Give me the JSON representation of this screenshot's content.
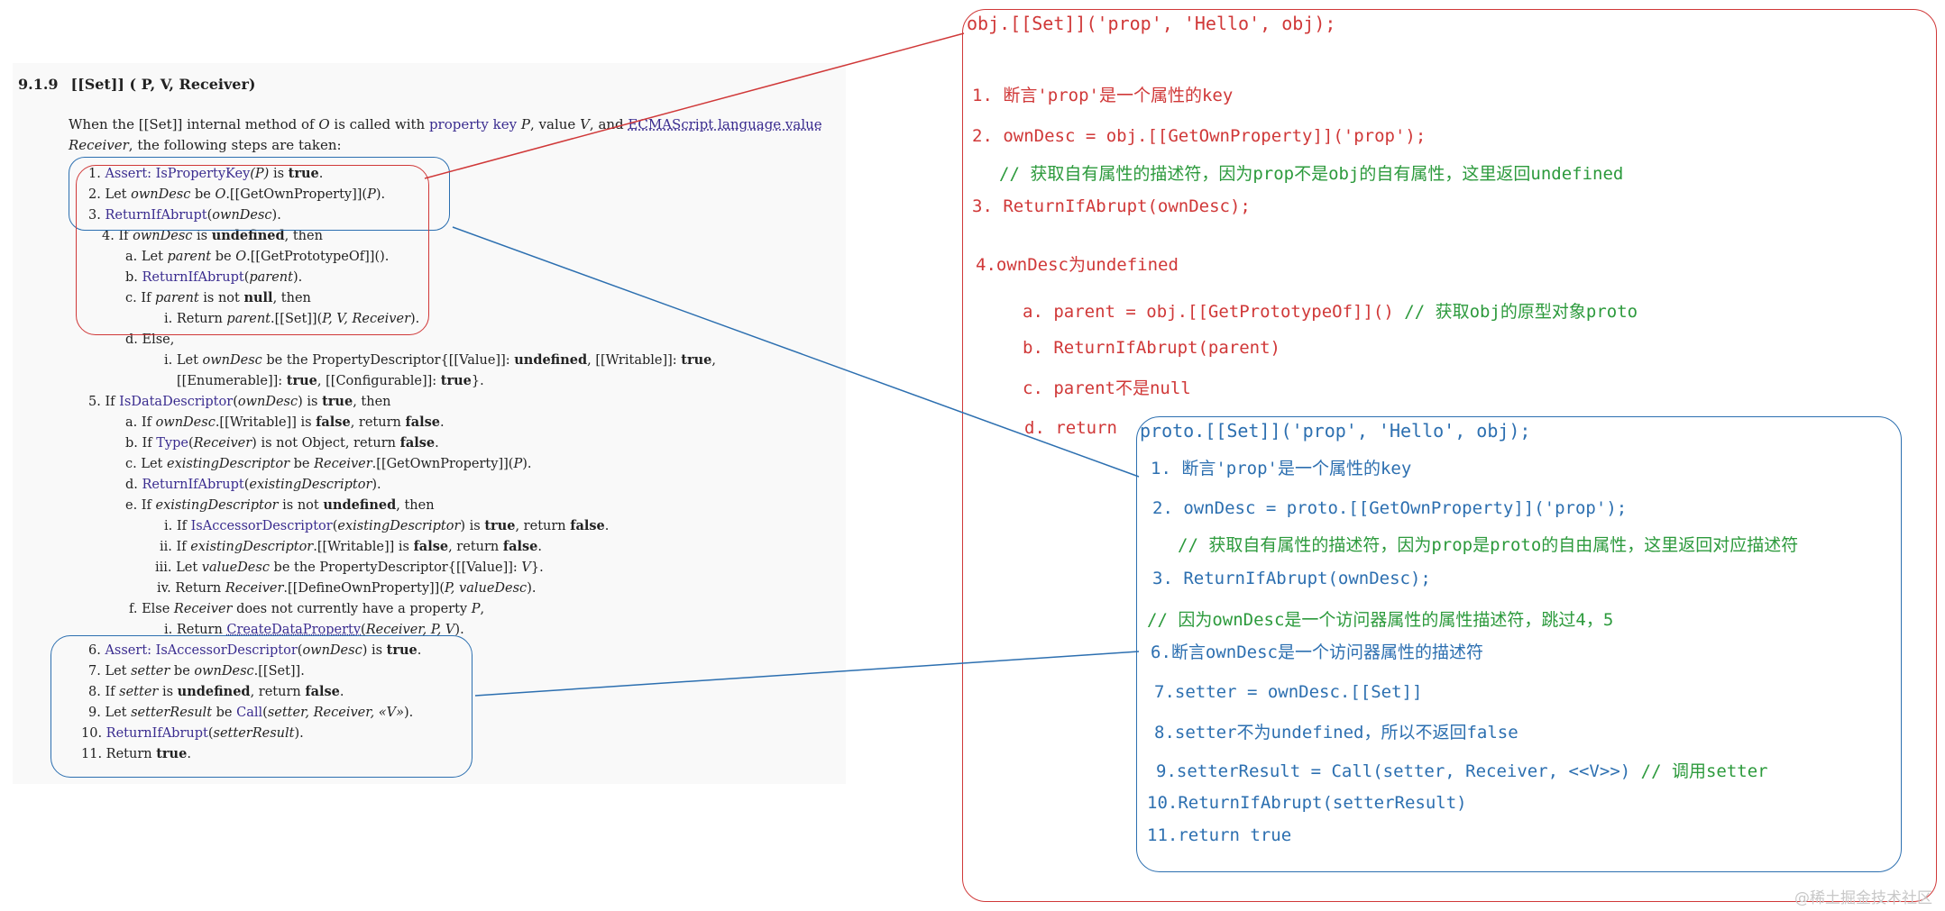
{
  "spec": {
    "section_number": "9.1.9",
    "section_title": "[[Set]] ( P, V, Receiver)",
    "intro": {
      "p1": "When the [[Set]] internal method of ",
      "O": "O",
      "p2": " is called with ",
      "property_key": "property key",
      "p3": " ",
      "P": "P",
      "p4": ", value ",
      "V": "V",
      "p5": ", and ",
      "ecma_value": "ECMAScript language value",
      "line2_receiver": "Receiver",
      "line2_rest": ", the following steps are taken:"
    },
    "steps": {
      "s1": {
        "pre": "1. ",
        "link": "Assert: IsPropertyKey",
        "args": "(P)",
        "post": " is ",
        "bold": "true",
        "end": "."
      },
      "s2": {
        "pre": "2. Let ",
        "it1": "ownDesc",
        "mid": " be ",
        "it2": "O",
        "post": ".[[GetOwnProperty]](",
        "it3": "P",
        "end": ")."
      },
      "s3": {
        "pre": "3. ",
        "link": "ReturnIfAbrupt",
        "open": "(",
        "it": "ownDesc",
        "end": ")."
      },
      "s4": {
        "pre": "4. If ",
        "it": "ownDesc",
        "mid": " is ",
        "bold": "undefined",
        "end": ", then"
      },
      "s4a": {
        "pre": "a. Let ",
        "it1": "parent",
        "mid": " be ",
        "it2": "O",
        "end": ".[[GetPrototypeOf]]()."
      },
      "s4b": {
        "pre": "b. ",
        "link": "ReturnIfAbrupt",
        "open": "(",
        "it": "parent",
        "end": ")."
      },
      "s4c": {
        "pre": "c. If ",
        "it": "parent",
        "mid": " is not ",
        "bold": "null",
        "end": ", then"
      },
      "s4ci": {
        "pre": "i. Return ",
        "it": "parent",
        "mid": ".[[Set]](",
        "args": "P, V, Receiver",
        "end": ")."
      },
      "s4d": "d. Else,",
      "s4di_1": {
        "pre": "i. Let ",
        "it": "ownDesc",
        "mid": " be the PropertyDescriptor{[[Value]]: ",
        "b1": "undefined",
        "mid2": ", [[Writable]]: ",
        "b2": "true",
        "end": ","
      },
      "s4di_2": {
        "pre": "[[Enumerable]]: ",
        "b1": "true",
        "mid": ", [[Configurable]]: ",
        "b2": "true",
        "end": "}."
      },
      "s5": {
        "pre": "5. If ",
        "link": "IsDataDescriptor",
        "open": "(",
        "it": "ownDesc",
        "mid": ") is ",
        "bold": "true",
        "end": ", then"
      },
      "s5a": {
        "pre": "a. If ",
        "it": "ownDesc",
        "mid": ".[[Writable]] is ",
        "b1": "false",
        "mid2": ", return ",
        "b2": "false",
        "end": "."
      },
      "s5b": {
        "pre": "b. If ",
        "link": "Type",
        "open": "(",
        "it": "Receiver",
        "mid": ") is not Object, return ",
        "bold": "false",
        "end": "."
      },
      "s5c": {
        "pre": "c. Let ",
        "it1": "existingDescriptor",
        "mid": " be ",
        "it2": "Receiver",
        "mid2": ".[[GetOwnProperty]](",
        "it3": "P",
        "end": ")."
      },
      "s5d": {
        "pre": "d. ",
        "link": "ReturnIfAbrupt",
        "open": "(",
        "it": "existingDescriptor",
        "end": ")."
      },
      "s5e": {
        "pre": "e. If ",
        "it": "existingDescriptor",
        "mid": " is not ",
        "bold": "undefined",
        "end": ", then"
      },
      "s5ei": {
        "pre": "i. If ",
        "link": "IsAccessorDescriptor",
        "open": "(",
        "it": "existingDescriptor",
        "mid": ") is ",
        "b1": "true",
        "mid2": ", return ",
        "b2": "false",
        "end": "."
      },
      "s5eii": {
        "pre": "ii. If ",
        "it": "existingDescriptor",
        "mid": ".[[Writable]] is ",
        "b1": "false",
        "mid2": ", return ",
        "b2": "false",
        "end": "."
      },
      "s5eiii": {
        "pre": "iii. Let ",
        "it1": "valueDesc",
        "mid": " be the PropertyDescriptor{[[Value]]: ",
        "it2": "V",
        "end": "}."
      },
      "s5eiv": {
        "pre": "iv. Return ",
        "it1": "Receiver",
        "mid": ".[[DefineOwnProperty]](",
        "it2": "P, valueDesc",
        "end": ")."
      },
      "s5f": {
        "pre": "f. Else ",
        "it1": "Receiver",
        "mid": " does not currently have a property ",
        "it2": "P",
        "end": ","
      },
      "s5fi": {
        "pre": "i. Return ",
        "link": "CreateDataProperty",
        "open": "(",
        "it": "Receiver, P, V",
        "end": ")."
      },
      "s6": {
        "pre": "6. ",
        "link": "Assert: IsAccessorDescriptor",
        "open": "(",
        "it": "ownDesc",
        "mid": ") is ",
        "bold": "true",
        "end": "."
      },
      "s7": {
        "pre": "7. Let ",
        "it1": "setter",
        "mid": " be ",
        "it2": "ownDesc",
        "end": ".[[Set]]."
      },
      "s8": {
        "pre": "8. If ",
        "it": "setter",
        "mid": " is ",
        "b1": "undefined",
        "mid2": ", return ",
        "b2": "false",
        "end": "."
      },
      "s9": {
        "pre": "9. Let ",
        "it1": "setterResult",
        "mid": " be ",
        "link": "Call",
        "open": "(",
        "it2": "setter, Receiver, «V»",
        "end": ")."
      },
      "s10": {
        "pre": "10. ",
        "link": "ReturnIfAbrupt",
        "open": "(",
        "it": "setterResult",
        "end": ")."
      },
      "s11": {
        "pre": "11. Return ",
        "bold": "true",
        "end": "."
      }
    }
  },
  "annot_obj": {
    "header": "obj.[[Set]]('prop', 'Hello', obj);",
    "l1": "1. 断言'prop'是一个属性的key",
    "l2": "2. ownDesc = obj.[[GetOwnProperty]]('prop');",
    "l2_comment": "// 获取自有属性的描述符，因为prop不是obj的自有属性，这里返回undefined",
    "l3": "3. ReturnIfAbrupt(ownDesc);",
    "l4": "4.ownDesc为undefined",
    "l4a_code": "a. parent = obj.[[GetPrototypeOf]]()",
    "l4a_comment": " // 获取obj的原型对象proto",
    "l4b": "b. ReturnIfAbrupt(parent)",
    "l4c": "c. parent不是null",
    "l4d": "d. return"
  },
  "annot_proto": {
    "header": "proto.[[Set]]('prop', 'Hello', obj);",
    "l1": "1. 断言'prop'是一个属性的key",
    "l2": "2. ownDesc = proto.[[GetOwnProperty]]('prop');",
    "l2_comment": "// 获取自有属性的描述符，因为prop是proto的自由属性，这里返回对应描述符",
    "l3": "3. ReturnIfAbrupt(ownDesc);",
    "skip_comment": "// 因为ownDesc是一个访问器属性的属性描述符，跳过4，5",
    "l6": "6.断言ownDesc是一个访问器属性的描述符",
    "l7": "7.setter = ownDesc.[[Set]]",
    "l8": "8.setter不为undefined，所以不返回false",
    "l9_code": "9.setterResult = Call(setter, Receiver, <<V>>)",
    "l9_comment": " // 调用setter",
    "l10": "10.ReturnIfAbrupt(setterResult)",
    "l11": "11.return true"
  },
  "watermark": "@稀土掘金技术社区",
  "colors": {
    "red": "#d03838",
    "blue": "#2c6fb0",
    "green": "#2c9a3c",
    "link": "#3a2c8f"
  }
}
